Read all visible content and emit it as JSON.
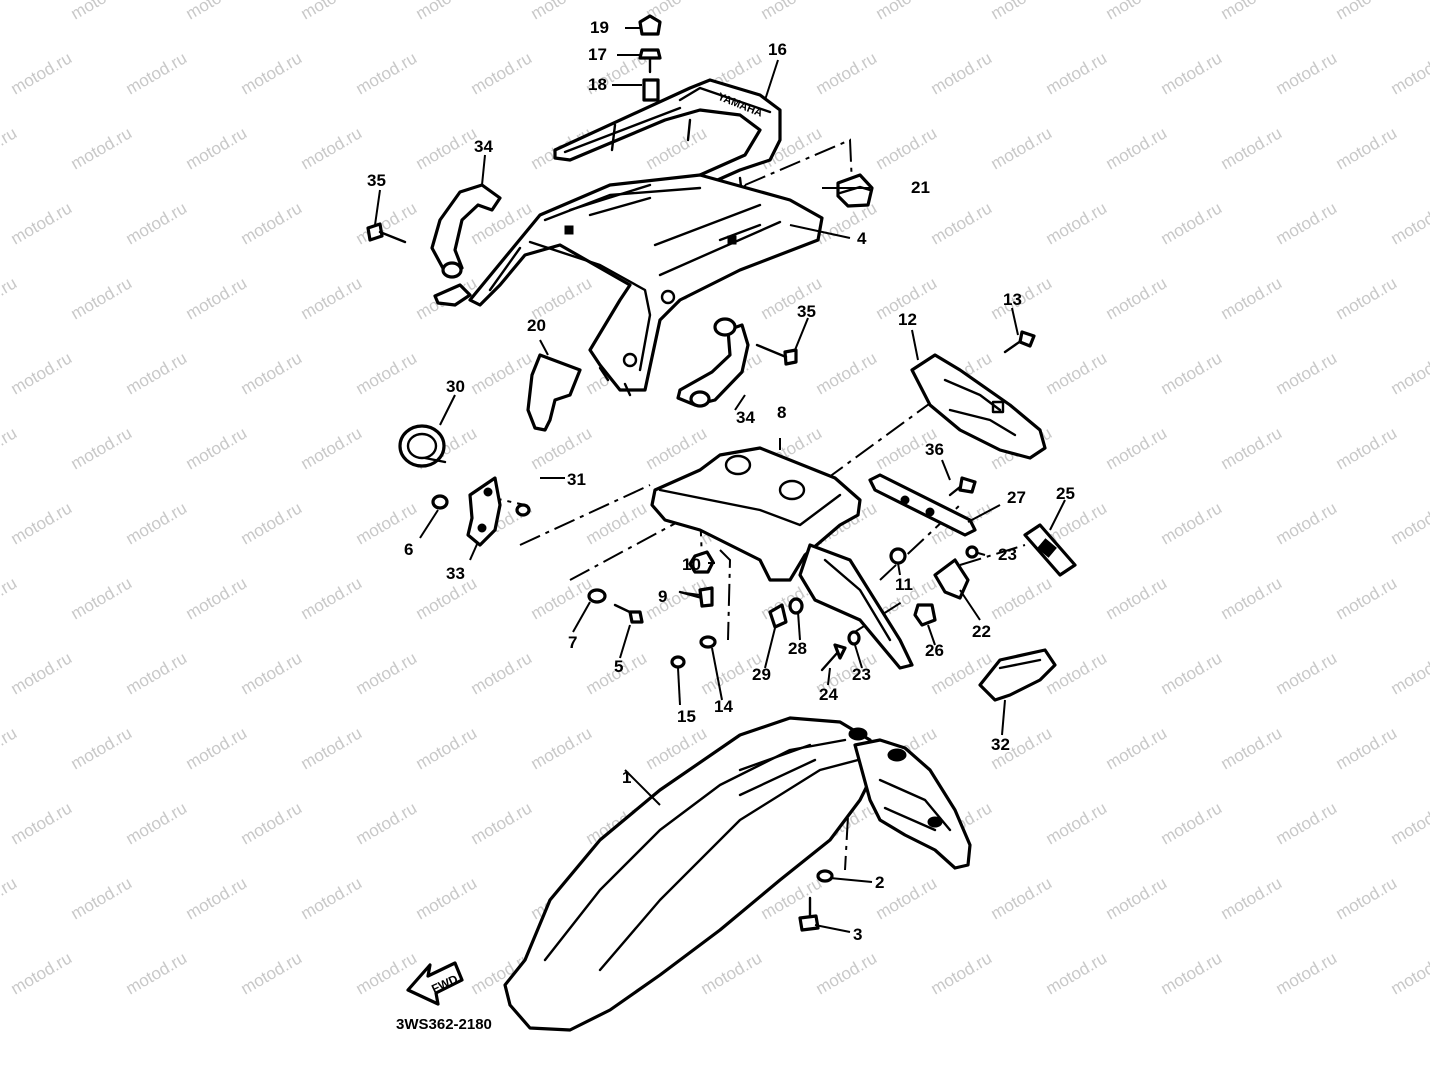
{
  "watermark": "motod.ru",
  "diagram_code": "3WS362-2180",
  "fwd_label": "FWD",
  "grab_bar_emblem": "YAMAHA",
  "callouts": [
    "1",
    "2",
    "3",
    "4",
    "5",
    "6",
    "7",
    "8",
    "9",
    "10",
    "11",
    "12",
    "13",
    "14",
    "15",
    "16",
    "17",
    "18",
    "19",
    "20",
    "21",
    "22",
    "23",
    "23",
    "24",
    "25",
    "26",
    "27",
    "28",
    "29",
    "30",
    "31",
    "32",
    "33",
    "34",
    "34",
    "35",
    "35",
    "36"
  ],
  "colors": {
    "line": "#000000",
    "background": "#ffffff",
    "watermark": "#c8c8c8"
  }
}
